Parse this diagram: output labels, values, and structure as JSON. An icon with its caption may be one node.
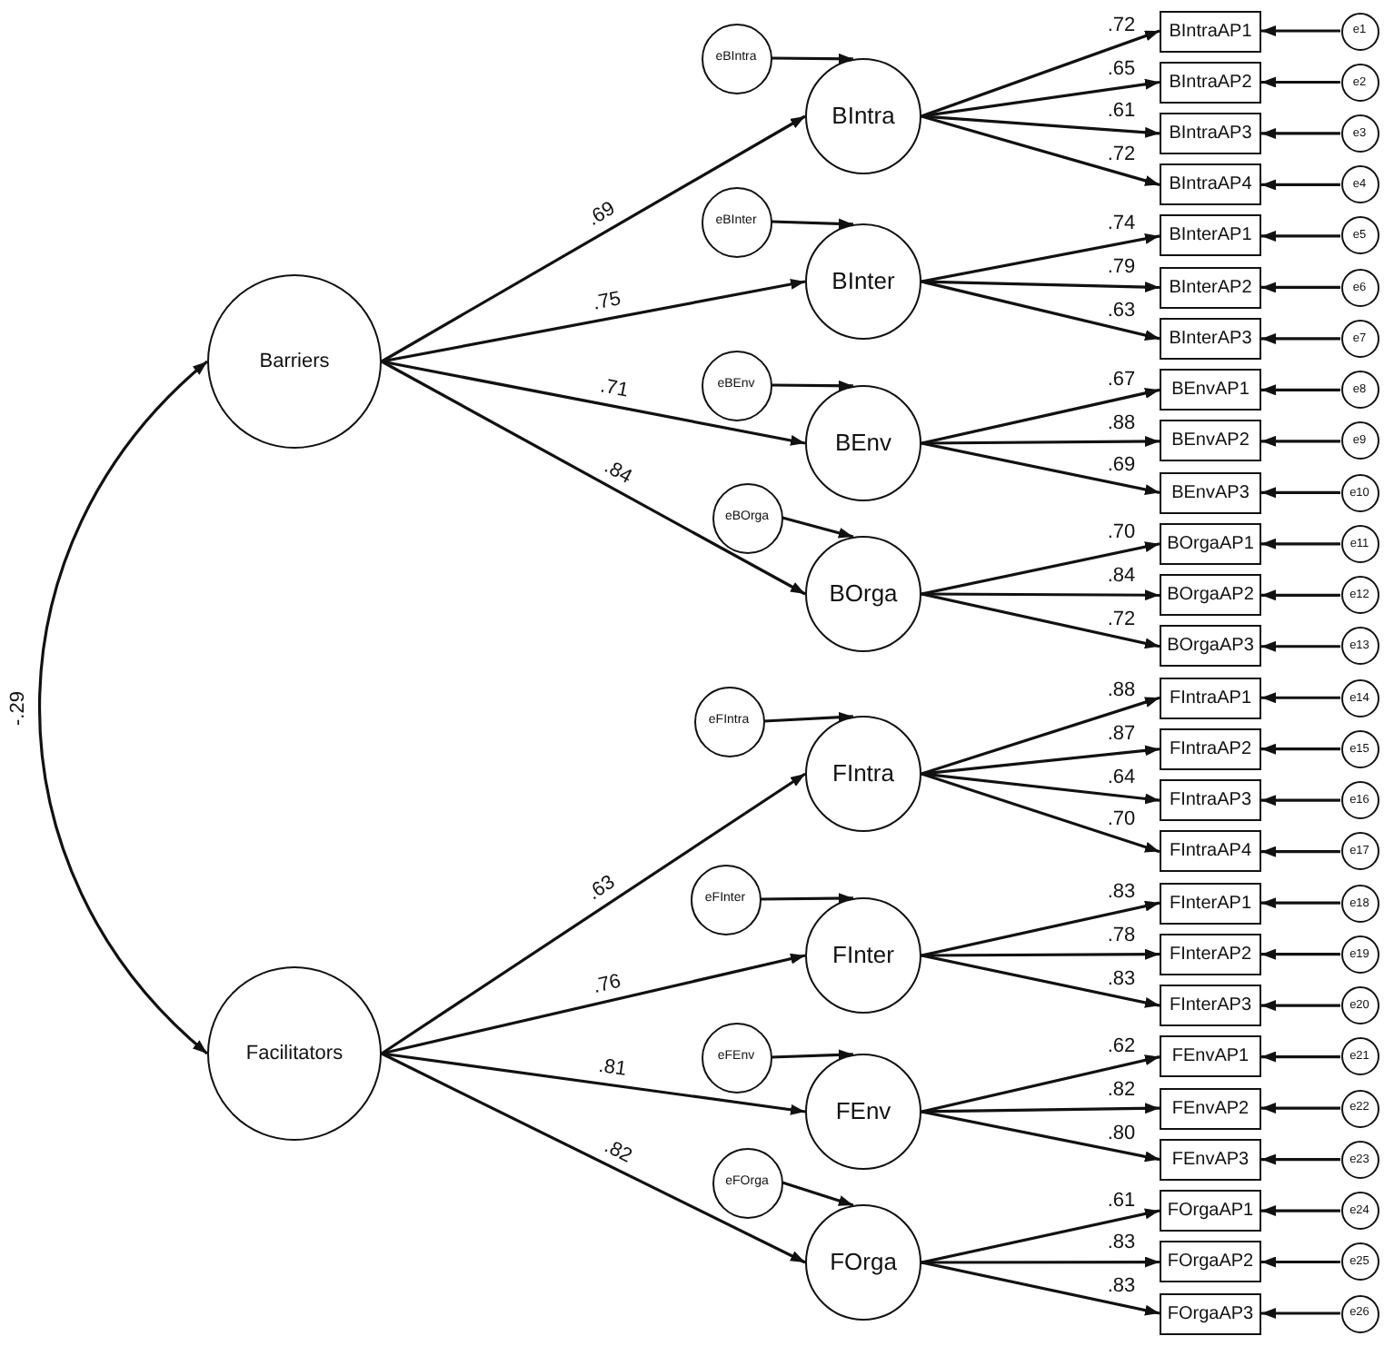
{
  "diagram": {
    "nodes": [
      {
        "text": [
          "Barriers"
        ]
      },
      {
        "text": [
          "Facilitators"
        ]
      },
      {
        "text": [
          "eBIntra"
        ]
      },
      {
        "text": [
          "eBInter"
        ]
      },
      {
        "text": [
          "eBEnv"
        ]
      },
      {
        "text": [
          "eBOrga"
        ]
      },
      {
        "text": [
          "eFIntra"
        ]
      },
      {
        "text": [
          "eFInter"
        ]
      },
      {
        "text": [
          "eFEnv"
        ]
      },
      {
        "text": [
          "eFOrga"
        ]
      },
      {
        "text": [
          "BIntra"
        ]
      },
      {
        "text": [
          "BInter"
        ]
      },
      {
        "text": [
          "BEnv"
        ]
      },
      {
        "text": [
          "BOrga"
        ]
      },
      {
        "text": [
          "FIntra"
        ]
      },
      {
        "text": [
          "FInter"
        ]
      },
      {
        "text": [
          "FEnv"
        ]
      },
      {
        "text": [
          "FOrga"
        ]
      },
      {
        "text": [
          "BIntraAP1"
        ]
      },
      {
        "text": [
          "BIntraAP2"
        ]
      },
      {
        "text": [
          "BIntraAP3"
        ]
      },
      {
        "text": [
          "BIntraAP4"
        ]
      },
      {
        "text": [
          "BInterAP1"
        ]
      },
      {
        "text": [
          "BInterAP2"
        ]
      },
      {
        "text": [
          "BInterAP3"
        ]
      },
      {
        "text": [
          "BEnvAP1"
        ]
      },
      {
        "text": [
          "BEnvAP2"
        ]
      },
      {
        "text": [
          "BEnvAP3"
        ]
      },
      {
        "text": [
          "BOrgaAP1"
        ]
      },
      {
        "text": [
          "BOrgaAP2"
        ]
      },
      {
        "text": [
          "BOrgaAP3"
        ]
      },
      {
        "text": [
          "FIntraAP1"
        ]
      },
      {
        "text": [
          "FIntraAP2"
        ]
      },
      {
        "text": [
          "FIntraAP3"
        ]
      },
      {
        "text": [
          "FIntraAP4"
        ]
      },
      {
        "text": [
          "FInterAP1"
        ]
      },
      {
        "text": [
          "FInterAP2"
        ]
      },
      {
        "text": [
          "FInterAP3"
        ]
      },
      {
        "text": [
          "FEnvAP1"
        ]
      },
      {
        "text": [
          "FEnvAP2"
        ]
      },
      {
        "text": [
          "FEnvAP3"
        ]
      },
      {
        "text": [
          "FOrgaAP1"
        ]
      },
      {
        "text": [
          "FOrgaAP2"
        ]
      },
      {
        "text": [
          "FOrgaAP3"
        ]
      },
      {
        "text": [
          "e1"
        ]
      },
      {
        "text": [
          "e2"
        ]
      },
      {
        "text": [
          "e3"
        ]
      },
      {
        "text": [
          "e4"
        ]
      },
      {
        "text": [
          "e5"
        ]
      },
      {
        "text": [
          "e6"
        ]
      },
      {
        "text": [
          "e7"
        ]
      },
      {
        "text": [
          "e8"
        ]
      },
      {
        "text": [
          "e9"
        ]
      },
      {
        "text": [
          "e10"
        ]
      },
      {
        "text": [
          "e11"
        ]
      },
      {
        "text": [
          "e12"
        ]
      },
      {
        "text": [
          "e13"
        ]
      },
      {
        "text": [
          "e14"
        ]
      },
      {
        "text": [
          "e15"
        ]
      },
      {
        "text": [
          "e16"
        ]
      },
      {
        "text": [
          "e17"
        ]
      },
      {
        "text": [
          "e18"
        ]
      },
      {
        "text": [
          "e19"
        ]
      },
      {
        "text": [
          "e20"
        ]
      },
      {
        "text": [
          "e21"
        ]
      },
      {
        "text": [
          "e22"
        ]
      },
      {
        "text": [
          "e23"
        ]
      },
      {
        "text": [
          "e24"
        ]
      },
      {
        "text": [
          "e25"
        ]
      },
      {
        "text": [
          "e26"
        ]
      }
    ],
    "edges": [
      {
        "from": 0,
        "to": 1,
        "arrow": "both",
        "label": "-.29"
      },
      {
        "from": 0,
        "to": 10,
        "arrow": "to",
        "label": ".69"
      },
      {
        "from": 0,
        "to": 11,
        "arrow": "to",
        "label": ".75"
      },
      {
        "from": 0,
        "to": 12,
        "arrow": "to",
        "label": ".71"
      },
      {
        "from": 0,
        "to": 13,
        "arrow": "to",
        "label": ".84"
      },
      {
        "from": 1,
        "to": 14,
        "arrow": "to",
        "label": ".63"
      },
      {
        "from": 1,
        "to": 15,
        "arrow": "to",
        "label": ".76"
      },
      {
        "from": 1,
        "to": 16,
        "arrow": "to",
        "label": ".81"
      },
      {
        "from": 1,
        "to": 17,
        "arrow": "to",
        "label": ".82"
      },
      {
        "from": 2,
        "to": 10,
        "arrow": "to"
      },
      {
        "from": 3,
        "to": 11,
        "arrow": "to"
      },
      {
        "from": 4,
        "to": 12,
        "arrow": "to"
      },
      {
        "from": 5,
        "to": 13,
        "arrow": "to"
      },
      {
        "from": 6,
        "to": 14,
        "arrow": "to"
      },
      {
        "from": 7,
        "to": 15,
        "arrow": "to"
      },
      {
        "from": 8,
        "to": 16,
        "arrow": "to"
      },
      {
        "from": 9,
        "to": 17,
        "arrow": "to"
      },
      {
        "from": 10,
        "to": 18,
        "arrow": "to",
        "label": ".72"
      },
      {
        "from": 10,
        "to": 19,
        "arrow": "to",
        "label": ".65"
      },
      {
        "from": 10,
        "to": 20,
        "arrow": "to",
        "label": ".61"
      },
      {
        "from": 10,
        "to": 21,
        "arrow": "to",
        "label": ".72"
      },
      {
        "from": 11,
        "to": 22,
        "arrow": "to",
        "label": ".74"
      },
      {
        "from": 11,
        "to": 23,
        "arrow": "to",
        "label": ".79"
      },
      {
        "from": 11,
        "to": 24,
        "arrow": "to",
        "label": ".63"
      },
      {
        "from": 12,
        "to": 25,
        "arrow": "to",
        "label": ".67"
      },
      {
        "from": 12,
        "to": 26,
        "arrow": "to",
        "label": ".88"
      },
      {
        "from": 12,
        "to": 27,
        "arrow": "to",
        "label": ".69"
      },
      {
        "from": 13,
        "to": 28,
        "arrow": "to",
        "label": ".70"
      },
      {
        "from": 13,
        "to": 29,
        "arrow": "to",
        "label": ".84"
      },
      {
        "from": 13,
        "to": 30,
        "arrow": "to",
        "label": ".72"
      },
      {
        "from": 14,
        "to": 31,
        "arrow": "to",
        "label": ".88"
      },
      {
        "from": 14,
        "to": 32,
        "arrow": "to",
        "label": ".87"
      },
      {
        "from": 14,
        "to": 33,
        "arrow": "to",
        "label": ".64"
      },
      {
        "from": 14,
        "to": 34,
        "arrow": "to",
        "label": ".70"
      },
      {
        "from": 15,
        "to": 35,
        "arrow": "to",
        "label": ".83"
      },
      {
        "from": 15,
        "to": 36,
        "arrow": "to",
        "label": ".78"
      },
      {
        "from": 15,
        "to": 37,
        "arrow": "to",
        "label": ".83"
      },
      {
        "from": 16,
        "to": 38,
        "arrow": "to",
        "label": ".62"
      },
      {
        "from": 16,
        "to": 39,
        "arrow": "to",
        "label": ".82"
      },
      {
        "from": 16,
        "to": 40,
        "arrow": "to",
        "label": ".80"
      },
      {
        "from": 17,
        "to": 41,
        "arrow": "to",
        "label": ".61"
      },
      {
        "from": 17,
        "to": 42,
        "arrow": "to",
        "label": ".83"
      },
      {
        "from": 17,
        "to": 43,
        "arrow": "to",
        "label": ".83"
      },
      {
        "from": 44,
        "to": 18,
        "arrow": "to"
      },
      {
        "from": 45,
        "to": 19,
        "arrow": "to"
      },
      {
        "from": 46,
        "to": 20,
        "arrow": "to"
      },
      {
        "from": 47,
        "to": 21,
        "arrow": "to"
      },
      {
        "from": 48,
        "to": 22,
        "arrow": "to"
      },
      {
        "from": 49,
        "to": 23,
        "arrow": "to"
      },
      {
        "from": 50,
        "to": 24,
        "arrow": "to"
      },
      {
        "from": 51,
        "to": 25,
        "arrow": "to"
      },
      {
        "from": 52,
        "to": 26,
        "arrow": "to"
      },
      {
        "from": 53,
        "to": 27,
        "arrow": "to"
      },
      {
        "from": 54,
        "to": 28,
        "arrow": "to"
      },
      {
        "from": 55,
        "to": 29,
        "arrow": "to"
      },
      {
        "from": 56,
        "to": 30,
        "arrow": "to"
      },
      {
        "from": 57,
        "to": 31,
        "arrow": "to"
      },
      {
        "from": 58,
        "to": 32,
        "arrow": "to"
      },
      {
        "from": 59,
        "to": 33,
        "arrow": "to"
      },
      {
        "from": 60,
        "to": 34,
        "arrow": "to"
      },
      {
        "from": 61,
        "to": 35,
        "arrow": "to"
      },
      {
        "from": 62,
        "to": 36,
        "arrow": "to"
      },
      {
        "from": 63,
        "to": 37,
        "arrow": "to"
      },
      {
        "from": 64,
        "to": 38,
        "arrow": "to"
      },
      {
        "from": 65,
        "to": 39,
        "arrow": "to"
      },
      {
        "from": 66,
        "to": 40,
        "arrow": "to"
      },
      {
        "from": 67,
        "to": 41,
        "arrow": "to"
      },
      {
        "from": 68,
        "to": 42,
        "arrow": "to"
      },
      {
        "from": 69,
        "to": 43,
        "arrow": "to"
      }
    ]
  }
}
